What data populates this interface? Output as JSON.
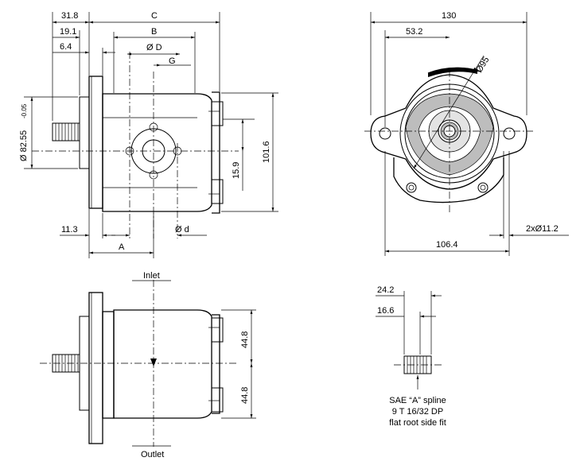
{
  "front_view": {
    "dim_31_8": "31.8",
    "dim_19_1": "19.1",
    "dim_6_4": "6.4",
    "dim_C": "C",
    "dim_B": "B",
    "dim_D": "Ø D",
    "dim_G": "G",
    "dim_dia_82_55": "Ø 82.55",
    "dim_dia_82_55_tol": "-0.05",
    "dim_101_6": "101.6",
    "dim_15_9": "15.9",
    "dim_11_3": "11.3",
    "dim_A": "A",
    "dim_d": "Ø d"
  },
  "end_view": {
    "dim_130": "130",
    "dim_53_2": "53.2",
    "dim_95": "Ø95",
    "dim_106_4": "106.4",
    "dim_holes": "2xØ11.2"
  },
  "top_view": {
    "inlet_label": "Inlet",
    "outlet_label": "Outlet",
    "dim_44_8_top": "44.8",
    "dim_44_8_bottom": "44.8"
  },
  "shaft_detail": {
    "dim_24_2": "24.2",
    "dim_16_6": "16.6",
    "note_line1": "SAE “A” spline",
    "note_line2": "9 T 16/32 DP",
    "note_line3": "flat root side fit"
  }
}
